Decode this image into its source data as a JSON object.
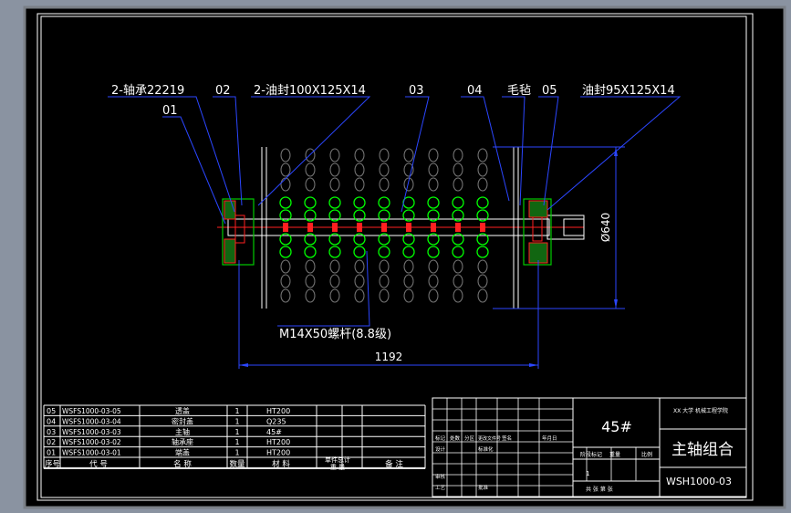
{
  "drawing": {
    "callouts": {
      "bearing": "2-轴承22219",
      "part02": "02",
      "seal_left": "2-油封100X125X14",
      "part03": "03",
      "part04": "04",
      "felt": "毛毡",
      "part05": "05",
      "seal_right": "油封95X125X14",
      "part01": "01",
      "bolt": "M14X50螺杆(8.8级)"
    },
    "dimensions": {
      "length": "1192",
      "diameter": "Ø640"
    },
    "colors": {
      "background": "#000000",
      "frame": "#ffffff",
      "dimension": "#0000ff",
      "centerline": "#ff0000",
      "component": "#00cc00",
      "hatch_red": "#ff2020",
      "bolt": "#00ff00"
    }
  },
  "bom": {
    "rows": [
      {
        "no": "05",
        "code": "WSFS1000-03-05",
        "name": "透盖",
        "qty": "1",
        "material": "HT200",
        "note": ""
      },
      {
        "no": "04",
        "code": "WSFS1000-03-04",
        "name": "密封盖",
        "qty": "1",
        "material": "Q235",
        "note": ""
      },
      {
        "no": "03",
        "code": "WSFS1000-03-03",
        "name": "主轴",
        "qty": "1",
        "material": "45#",
        "note": ""
      },
      {
        "no": "02",
        "code": "WSFS1000-03-02",
        "name": "轴承座",
        "qty": "1",
        "material": "HT200",
        "note": ""
      },
      {
        "no": "01",
        "code": "WSFS1000-03-01",
        "name": "端盖",
        "qty": "1",
        "material": "HT200",
        "note": ""
      }
    ],
    "header": {
      "no": "序号",
      "code": "代  号",
      "name": "名  称",
      "qty": "数量",
      "material": "材  料",
      "weight_top": "单件总计",
      "weight_bottom": "重  量",
      "note": "备  注"
    }
  },
  "title_block": {
    "material": "45#",
    "company": "XX 大学 机械工程学院",
    "title": "主轴组合",
    "drawing_no": "WSH1000-03",
    "sheet_count": "1",
    "labels": {
      "mark": "标记",
      "count": "处数",
      "zone": "分区",
      "change_doc": "更改文件号",
      "sign": "签名",
      "date": "年月日",
      "design": "设计",
      "standard": "标准化",
      "review": "审核",
      "process": "工艺",
      "approve": "批准",
      "stage": "阶段标记",
      "weight": "重量",
      "scale": "比例",
      "sheet": "共  张  第  张"
    }
  }
}
